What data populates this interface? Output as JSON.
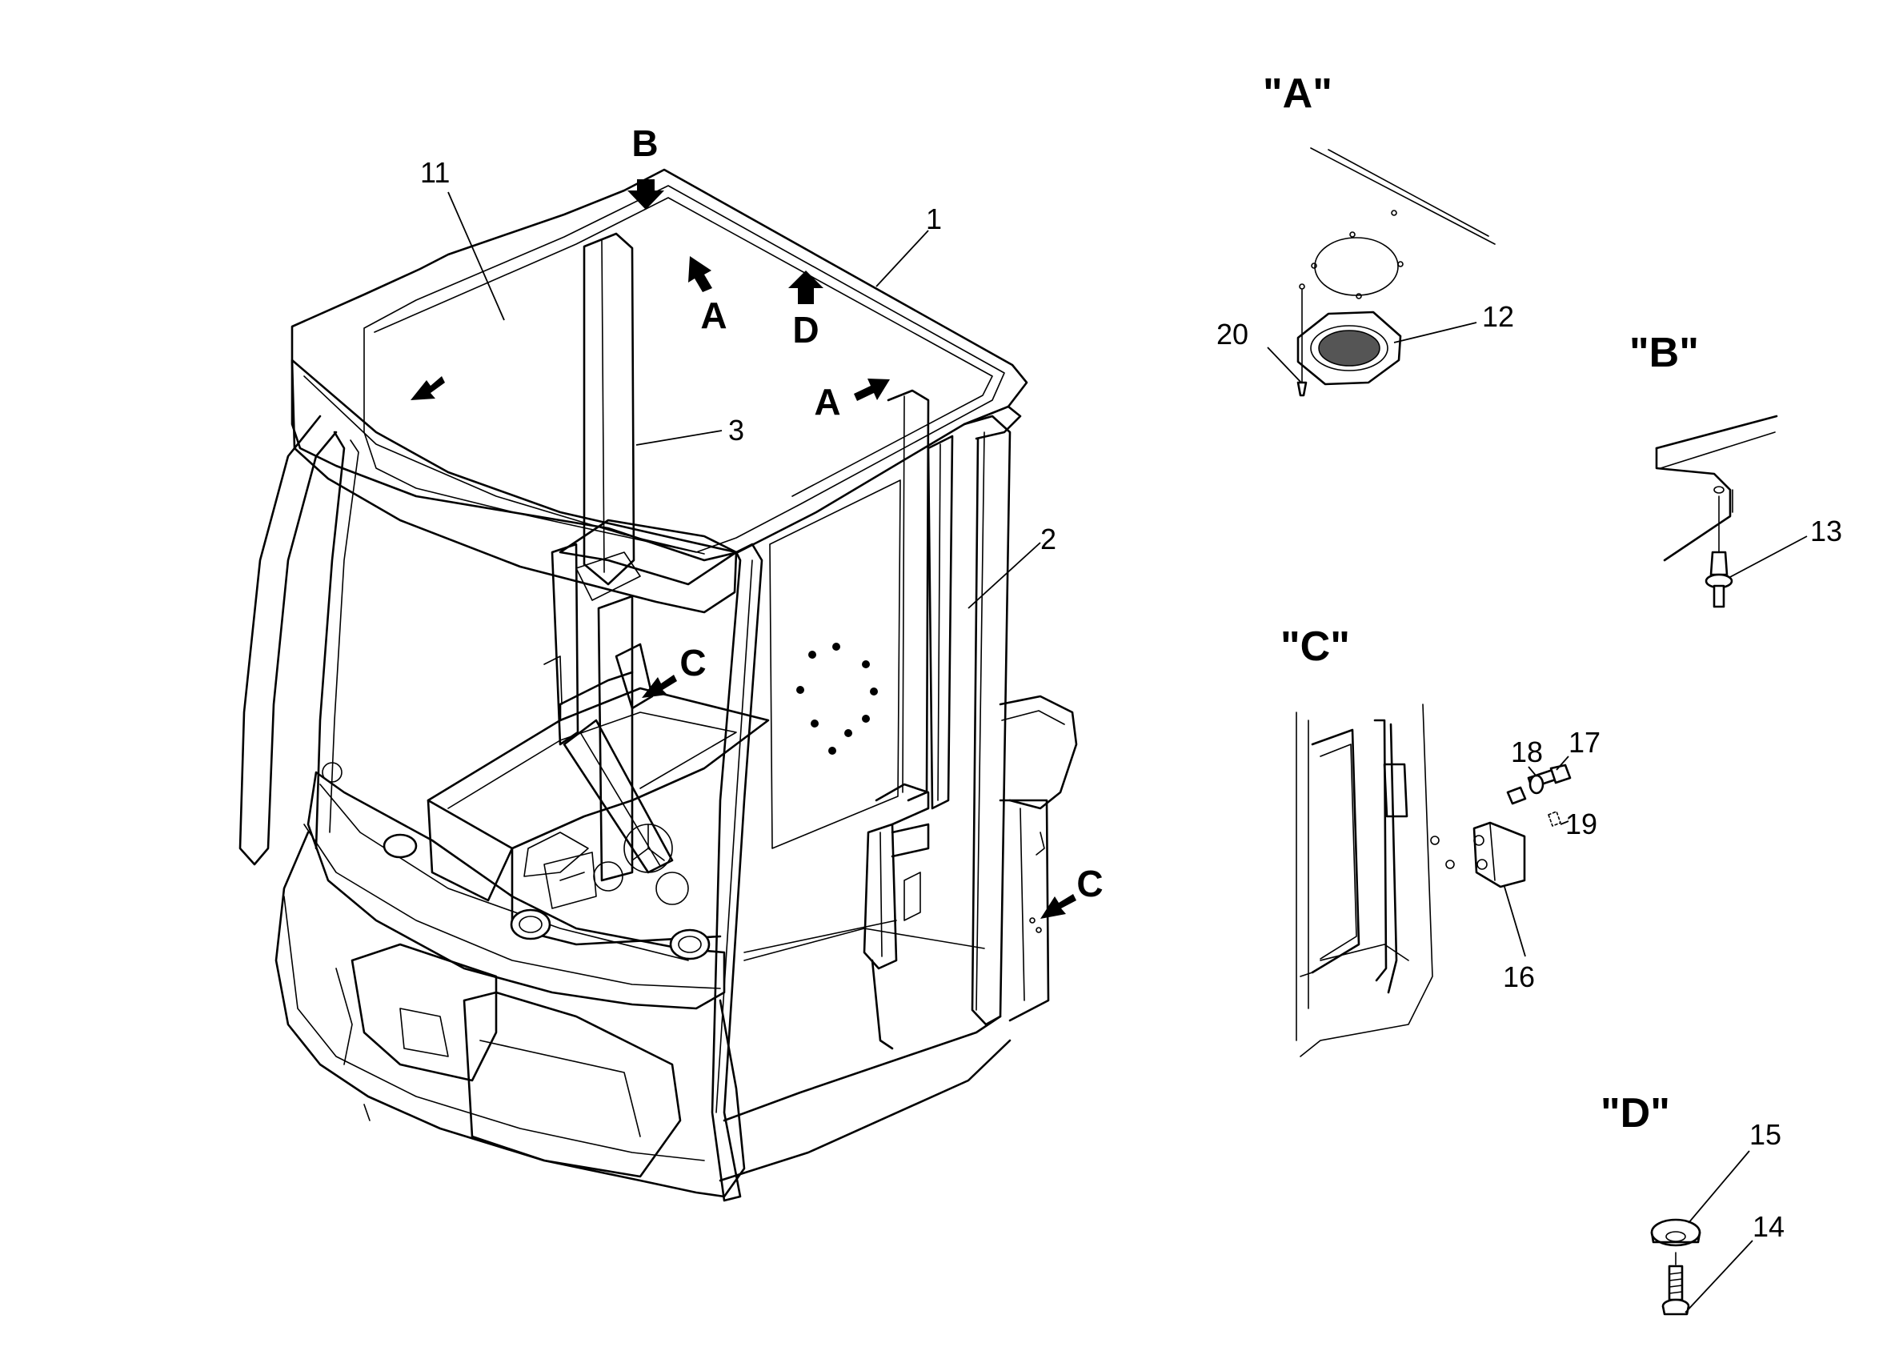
{
  "callouts": {
    "c1": "1",
    "c2": "2",
    "c3": "3",
    "c11": "11",
    "c12": "12",
    "c13": "13",
    "c14": "14",
    "c15": "15",
    "c16": "16",
    "c17": "17",
    "c18": "18",
    "c19": "19",
    "c20": "20"
  },
  "view_letters": {
    "b_top": "B",
    "a_upper": "A",
    "d_center": "D",
    "a_right": "A",
    "c_inner": "C",
    "c_side": "C"
  },
  "detail_titles": {
    "a": "\"A\"",
    "b": "\"B\"",
    "c": "\"C\"",
    "d": "\"D\""
  }
}
